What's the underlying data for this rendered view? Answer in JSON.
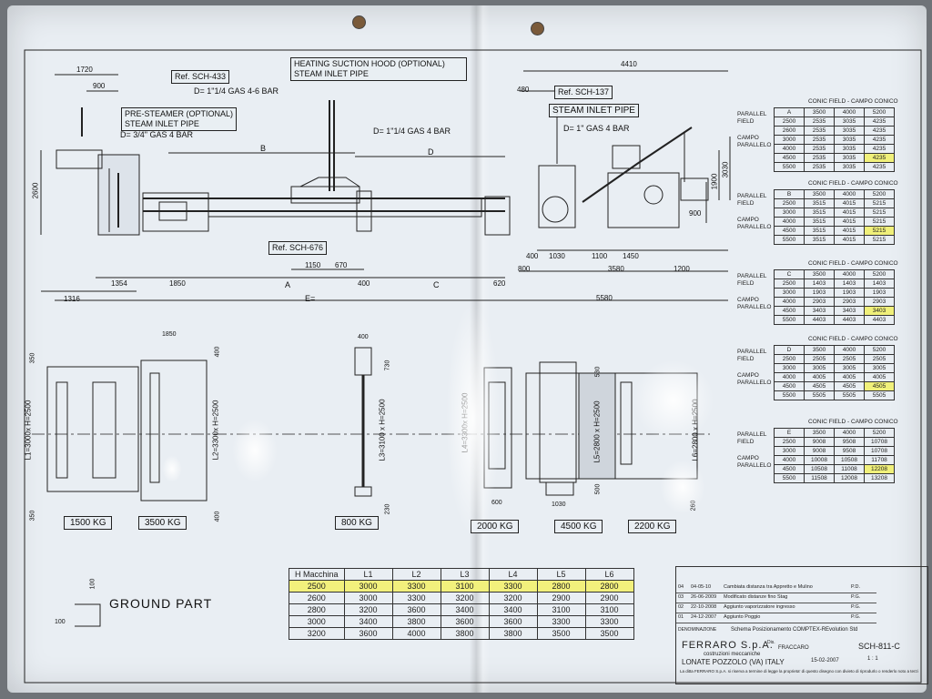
{
  "top": {
    "hood_title_1": "HEATING SUCTION HOOD (OPTIONAL)",
    "hood_title_2": "STEAM INLET PIPE",
    "ref_433": "Ref. SCH-433",
    "pipe_main": "D= 1\"1/4 GAS 4-6 BAR",
    "pre_steamer_1": "PRE-STEAMER (OPTIONAL)",
    "pre_steamer_2": "STEAM INLET PIPE",
    "pre_steamer_3": "D= 3/4\" GAS 4 BAR",
    "pipe_d": "D= 1\"1/4 GAS 4 BAR",
    "ref_137": "Ref. SCH-137",
    "steam_inlet": "STEAM INLET PIPE",
    "pipe_1gas": "D= 1\" GAS 4 BAR",
    "ref_676": "Ref. SCH-676",
    "dims": {
      "d1720": "1720",
      "d900a": "900",
      "d2600": "2600",
      "dB": "B",
      "dD": "D",
      "d4410": "4410",
      "d480": "480",
      "d1900": "1900",
      "d3030": "3030",
      "d900b": "900",
      "d1354": "1354",
      "d1850": "1850",
      "d1150": "1150",
      "d670": "670",
      "d400": "400",
      "dA": "A",
      "dC": "C",
      "d620": "620",
      "dE": "E=",
      "d1316": "1316",
      "d400b": "400",
      "d1030": "1030",
      "d1100": "1100",
      "d1450": "1450",
      "d800": "800",
      "d3580": "3580",
      "d1200": "1200",
      "d5580": "5580"
    }
  },
  "plan": {
    "d1850": "1850",
    "d350a": "350",
    "d350b": "350",
    "d400a": "400",
    "d400b": "400",
    "l1": "L1=3000x H=2500",
    "l2": "L2=3300x H=2500",
    "d400c": "400",
    "d730": "730",
    "d230": "230",
    "l3": "L3=3100 x H=2500",
    "l4": "L4=3300x H=2500",
    "d530": "530",
    "d500": "500",
    "l5": "L5=2800 x H=2500",
    "d600": "600",
    "d1030": "1030",
    "d260": "260",
    "l6": "L6=2800 x H=2500",
    "w1": "1500 KG",
    "w2": "3500 KG",
    "w3": "800 KG",
    "w4": "2000 KG",
    "w5": "4500 KG",
    "w6": "2200 KG"
  },
  "ground": {
    "label": "GROUND PART",
    "d100a": "100",
    "d100b": "100"
  },
  "conic_tables": [
    {
      "title": "CONIC FIELD - CAMPO CONICO",
      "key": "A",
      "side_top": "PARALLEL FIELD",
      "side_bottom": "CAMPO PARALLELO",
      "head": [
        "A",
        "3500",
        "4000",
        "5200"
      ],
      "rows": [
        [
          "2500",
          "2535",
          "3035",
          "4235"
        ],
        [
          "2600",
          "2535",
          "3035",
          "4235"
        ],
        [
          "3000",
          "2535",
          "3035",
          "4235"
        ],
        [
          "4000",
          "2535",
          "3035",
          "4235"
        ],
        [
          "4500",
          "2535",
          "3035",
          "4235"
        ],
        [
          "5500",
          "2535",
          "3035",
          "4235"
        ]
      ],
      "hl_row": 4
    },
    {
      "title": "CONIC FIELD - CAMPO CONICO",
      "key": "B",
      "side_top": "PARALLEL FIELD",
      "side_bottom": "CAMPO PARALLELO",
      "head": [
        "B",
        "3500",
        "4000",
        "5200"
      ],
      "rows": [
        [
          "2500",
          "3515",
          "4015",
          "5215"
        ],
        [
          "3000",
          "3515",
          "4015",
          "5215"
        ],
        [
          "4000",
          "3515",
          "4015",
          "5215"
        ],
        [
          "4500",
          "3515",
          "4015",
          "5215"
        ],
        [
          "5500",
          "3515",
          "4015",
          "5215"
        ]
      ],
      "hl_row": 3
    },
    {
      "title": "CONIC FIELD - CAMPO CONICO",
      "key": "C",
      "side_top": "PARALLEL FIELD",
      "side_bottom": "CAMPO PARALLELO",
      "head": [
        "C",
        "3500",
        "4000",
        "5200"
      ],
      "rows": [
        [
          "2500",
          "1403",
          "1403",
          "1403"
        ],
        [
          "3000",
          "1903",
          "1903",
          "1903"
        ],
        [
          "4000",
          "2903",
          "2903",
          "2903"
        ],
        [
          "4500",
          "3403",
          "3403",
          "3403"
        ],
        [
          "5500",
          "4403",
          "4403",
          "4403"
        ]
      ],
      "hl_row": 3
    },
    {
      "title": "CONIC FIELD - CAMPO CONICO",
      "key": "D",
      "side_top": "PARALLEL FIELD",
      "side_bottom": "CAMPO PARALLELO",
      "head": [
        "D",
        "3500",
        "4000",
        "5200"
      ],
      "rows": [
        [
          "2500",
          "2505",
          "2505",
          "2505"
        ],
        [
          "3000",
          "3005",
          "3005",
          "3005"
        ],
        [
          "4000",
          "4005",
          "4005",
          "4005"
        ],
        [
          "4500",
          "4505",
          "4505",
          "4505"
        ],
        [
          "5500",
          "5505",
          "5505",
          "5505"
        ]
      ],
      "hl_row": 3
    },
    {
      "title": "CONIC FIELD - CAMPO CONICO",
      "key": "E",
      "side_top": "PARALLEL FIELD",
      "side_bottom": "CAMPO PARALLELO",
      "head": [
        "E",
        "3500",
        "4000",
        "5200"
      ],
      "rows": [
        [
          "2500",
          "9008",
          "9508",
          "10708"
        ],
        [
          "3000",
          "9008",
          "9508",
          "10708"
        ],
        [
          "4000",
          "10008",
          "10508",
          "11708"
        ],
        [
          "4500",
          "10508",
          "11008",
          "12208"
        ],
        [
          "5500",
          "11508",
          "12008",
          "13208"
        ]
      ],
      "hl_row": 3
    }
  ],
  "machine_table": {
    "headers": [
      "H Macchina",
      "L1",
      "L2",
      "L3",
      "L4",
      "L5",
      "L6"
    ],
    "rows": [
      [
        "2500",
        "3000",
        "3300",
        "3100",
        "3300",
        "2800",
        "2800"
      ],
      [
        "2600",
        "3000",
        "3300",
        "3200",
        "3200",
        "2900",
        "2900"
      ],
      [
        "2800",
        "3200",
        "3600",
        "3400",
        "3400",
        "3100",
        "3100"
      ],
      [
        "3000",
        "3400",
        "3800",
        "3600",
        "3600",
        "3300",
        "3300"
      ],
      [
        "3200",
        "3600",
        "4000",
        "3800",
        "3800",
        "3500",
        "3500"
      ]
    ],
    "hl_row": 0
  },
  "title_block": {
    "rev_rows": [
      [
        "04",
        "04-05-10",
        "Cambiata distanza tra Appretto e Mulino",
        "P.D."
      ],
      [
        "03",
        "26-06-2009",
        "Modificato distanze fino Stag",
        "P.G."
      ],
      [
        "02",
        "22-10-2008",
        "Aggiunto vaporizzatore ingresso",
        "P.G."
      ],
      [
        "01",
        "24-12-2007",
        "Aggiunto Poggio",
        "P.G."
      ]
    ],
    "designazione_label": "DENOMINAZIONE",
    "designazione": "Schema Posizionamento COMPTEX-REvolution Std",
    "company": "FERRARO S.p.A.",
    "company_sub": "costruzioni meccaniche",
    "address": "LONATE POZZOLO (VA) ITALY",
    "drawn_label": "Dis.",
    "drawn": "FRACCARO",
    "date": "15-02-2007",
    "drawing_no": "SCH-811-C",
    "scale": "1 : 1",
    "footer": "La ditta FERRARO S.p.A. si riserva a termine di legge la proprieta' di questo disegno con divieto di riprodurlo o renderlo noto a terzi"
  }
}
